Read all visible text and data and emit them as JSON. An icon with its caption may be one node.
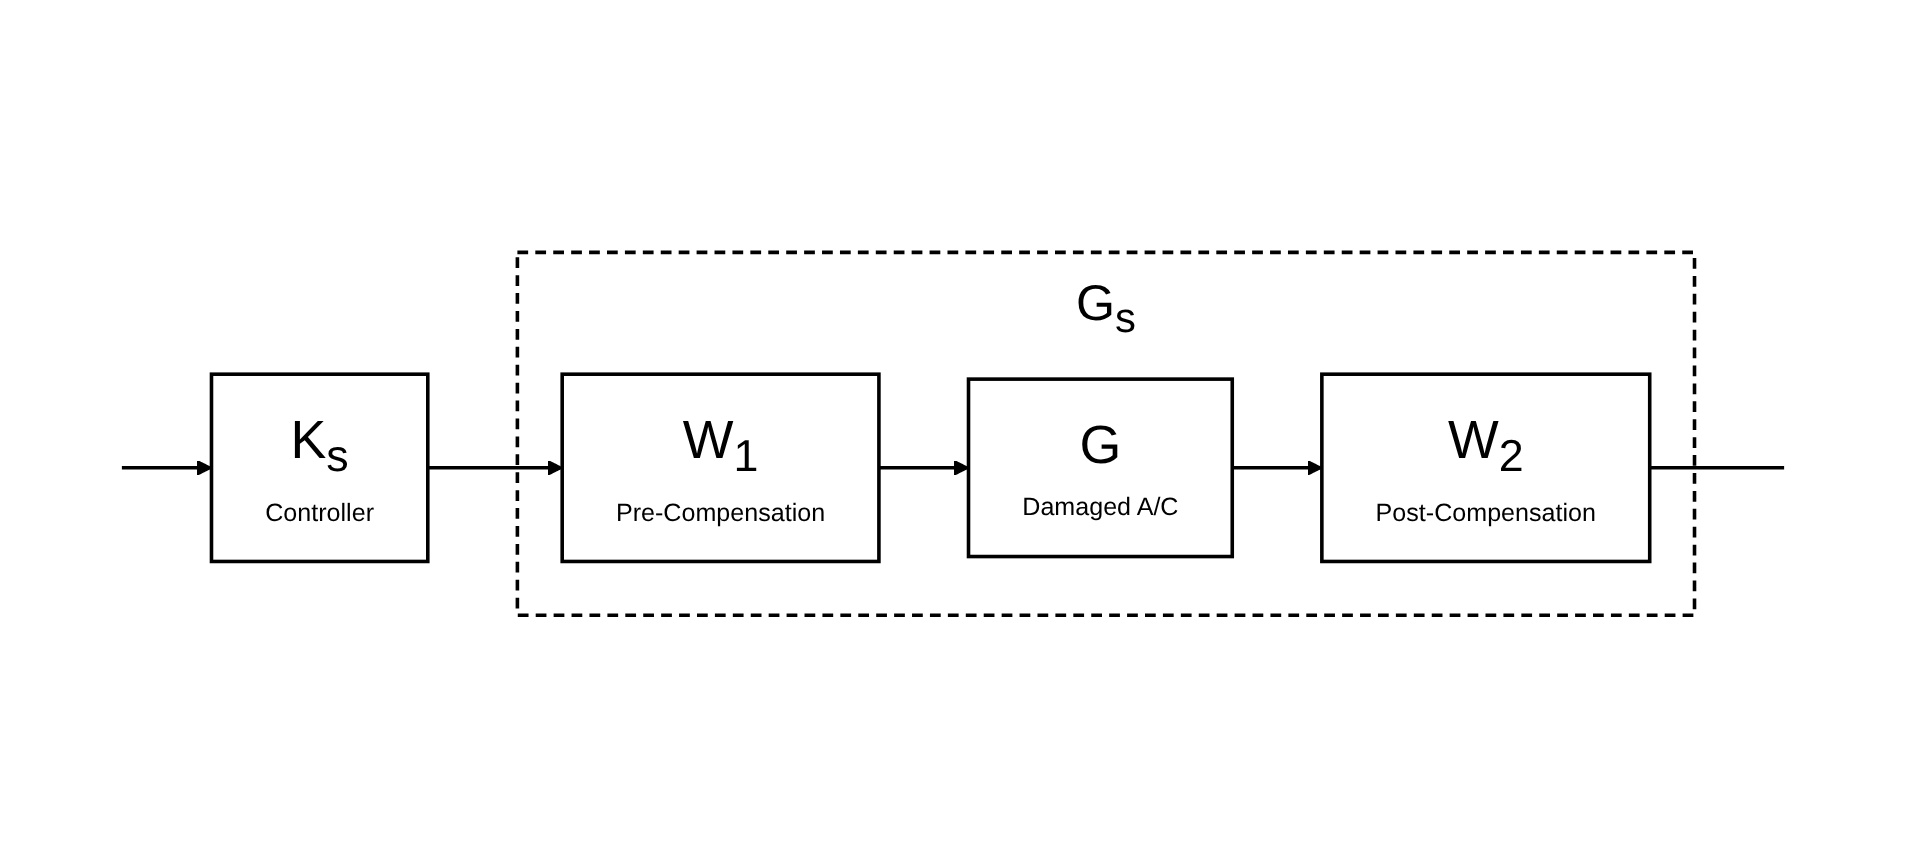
{
  "diagram": {
    "nodes": [
      {
        "text": [
          "G$_{s}$"
        ]
      },
      {
        "text": [
          "W$_{1}$",
          "Pre-Compensation"
        ],
        "in": 0
      },
      {
        "text": [
          "G",
          "Damaged A/C"
        ],
        "in": 0
      },
      {
        "text": [
          "W$_{2}$",
          "Post-Compensation"
        ],
        "in": 0
      },
      {
        "text": [
          "K$_{s}$",
          "Controller"
        ]
      }
    ],
    "edges": [
      {
        "from": 1,
        "to": 2,
        "arrow": "to"
      },
      {
        "from": 2,
        "to": 3,
        "arrow": "to"
      },
      {
        "from": 3,
        "to": null,
        "arrow": "none"
      },
      {
        "from": null,
        "to": 4,
        "arrow": "to"
      },
      {
        "from": 4,
        "to": 1,
        "arrow": "to"
      }
    ]
  }
}
